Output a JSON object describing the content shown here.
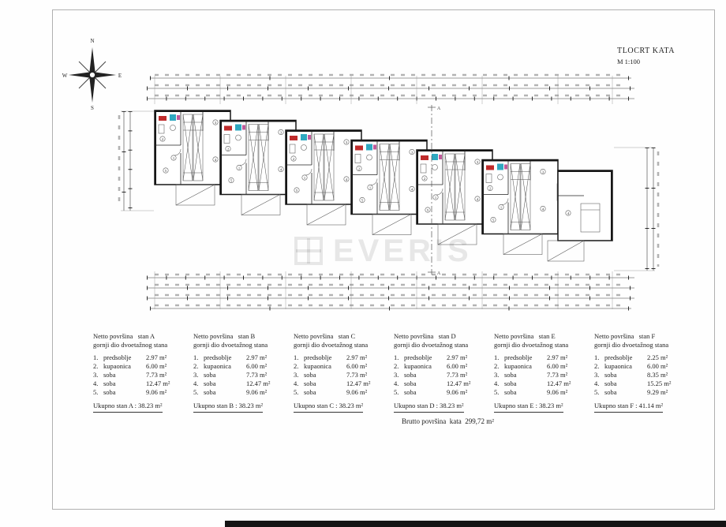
{
  "page": {
    "title": "TLOCRT KATA",
    "scale_label": "M 1:100",
    "watermark_text": "EVERIS",
    "brutto_label": "Brutto površina  kata  299,72 m²"
  },
  "compass": {
    "north": "N",
    "east": "E",
    "south": "S",
    "west": "W"
  },
  "section_label": "A",
  "room_numbers": [
    "1",
    "2",
    "3",
    "4",
    "5"
  ],
  "unit_tables": [
    {
      "title": "Netto površina   stan A",
      "subtitle": "gornji dio dvoetažnog stana",
      "rows": [
        {
          "num": "1.",
          "label": "predsoblje",
          "value": "2.97 m²"
        },
        {
          "num": "2.",
          "label": "kupaonica",
          "value": "6.00 m²"
        },
        {
          "num": "3.",
          "label": "soba",
          "value": "7.73 m²"
        },
        {
          "num": "4.",
          "label": "soba",
          "value": "12.47 m²"
        },
        {
          "num": "5.",
          "label": "soba",
          "value": "9.06 m²"
        }
      ],
      "total": "Ukupno stan A : 38.23 m²"
    },
    {
      "title": "Netto površina   stan B",
      "subtitle": "gornji dio dvoetažnog stana",
      "rows": [
        {
          "num": "1.",
          "label": "predsoblje",
          "value": "2.97 m²"
        },
        {
          "num": "2.",
          "label": "kupaonica",
          "value": "6.00 m²"
        },
        {
          "num": "3.",
          "label": "soba",
          "value": "7.73 m²"
        },
        {
          "num": "4.",
          "label": "soba",
          "value": "12.47 m²"
        },
        {
          "num": "5.",
          "label": "soba",
          "value": "9.06 m²"
        }
      ],
      "total": "Ukupno stan B : 38.23 m²"
    },
    {
      "title": "Netto površina   stan C",
      "subtitle": "gornji dio dvoetažnog stana",
      "rows": [
        {
          "num": "1.",
          "label": "predsoblje",
          "value": "2.97 m²"
        },
        {
          "num": "2.",
          "label": "kupaonica",
          "value": "6.00 m²"
        },
        {
          "num": "3.",
          "label": "soba",
          "value": "7.73 m²"
        },
        {
          "num": "4.",
          "label": "soba",
          "value": "12.47 m²"
        },
        {
          "num": "5.",
          "label": "soba",
          "value": "9.06 m²"
        }
      ],
      "total": "Ukupno stan C : 38.23 m²"
    },
    {
      "title": "Netto površina   stan D",
      "subtitle": "gornji dio dvoetažnog stana",
      "rows": [
        {
          "num": "1.",
          "label": "predsoblje",
          "value": "2.97 m²"
        },
        {
          "num": "2.",
          "label": "kupaonica",
          "value": "6.00 m²"
        },
        {
          "num": "3.",
          "label": "soba",
          "value": "7.73 m²"
        },
        {
          "num": "4.",
          "label": "soba",
          "value": "12.47 m²"
        },
        {
          "num": "5.",
          "label": "soba",
          "value": "9.06 m²"
        }
      ],
      "total": "Ukupno stan D : 38.23 m²"
    },
    {
      "title": "Netto površina   stan E",
      "subtitle": "gornji dio dvoetažnog stana",
      "rows": [
        {
          "num": "1.",
          "label": "predsoblje",
          "value": "2.97 m²"
        },
        {
          "num": "2.",
          "label": "kupaonica",
          "value": "6.00 m²"
        },
        {
          "num": "3.",
          "label": "soba",
          "value": "7.73 m²"
        },
        {
          "num": "4.",
          "label": "soba",
          "value": "12.47 m²"
        },
        {
          "num": "5.",
          "label": "soba",
          "value": "9.06 m²"
        }
      ],
      "total": "Ukupno stan E : 38.23 m²"
    },
    {
      "title": "Netto površina   stan F",
      "subtitle": "gornji dio dvoetažnog stana",
      "rows": [
        {
          "num": "1.",
          "label": "predsoblje",
          "value": "2.25 m²"
        },
        {
          "num": "2.",
          "label": "kupaonica",
          "value": "6.00 m²"
        },
        {
          "num": "3.",
          "label": "soba",
          "value": "8.35 m²"
        },
        {
          "num": "4.",
          "label": "soba",
          "value": "15.25 m²"
        },
        {
          "num": "5.",
          "label": "soba",
          "value": "9.29 m²"
        }
      ],
      "total": "Ukupno stan F : 41.14 m²"
    }
  ]
}
